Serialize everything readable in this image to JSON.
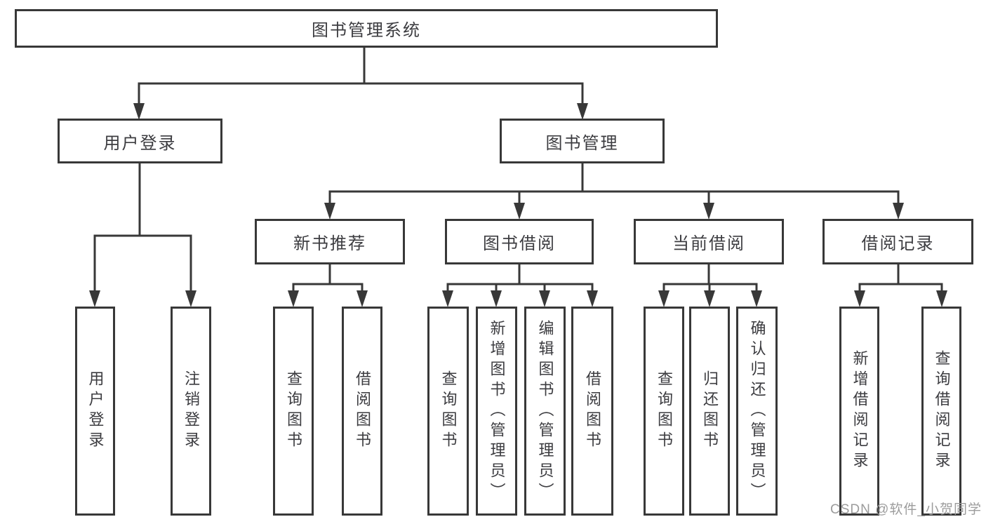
{
  "tree": {
    "label": "图书管理系统",
    "children": [
      {
        "label": "用户登录",
        "children": [
          {
            "label": "用户登录"
          },
          {
            "label": "注销登录"
          }
        ]
      },
      {
        "label": "图书管理",
        "children": [
          {
            "label": "新书推荐",
            "children": [
              {
                "label": "查询图书"
              },
              {
                "label": "借阅图书"
              }
            ]
          },
          {
            "label": "图书借阅",
            "children": [
              {
                "label": "查询图书"
              },
              {
                "label": "新增图书（管理员）"
              },
              {
                "label": "编辑图书（管理员）"
              },
              {
                "label": "借阅图书"
              }
            ]
          },
          {
            "label": "当前借阅",
            "children": [
              {
                "label": "查询图书"
              },
              {
                "label": "归还图书"
              },
              {
                "label": "确认归还（管理员）"
              }
            ]
          },
          {
            "label": "借阅记录",
            "children": [
              {
                "label": "新增借阅记录"
              },
              {
                "label": "查询借阅记录"
              }
            ]
          }
        ]
      }
    ]
  },
  "watermark": {
    "text": "CSDN @软件_小贺同学"
  },
  "colors": {
    "line": "#383838",
    "box_border": "#383838",
    "text": "#3c3c40",
    "watermark": "#9c9c9c",
    "background": "#ffffff"
  }
}
